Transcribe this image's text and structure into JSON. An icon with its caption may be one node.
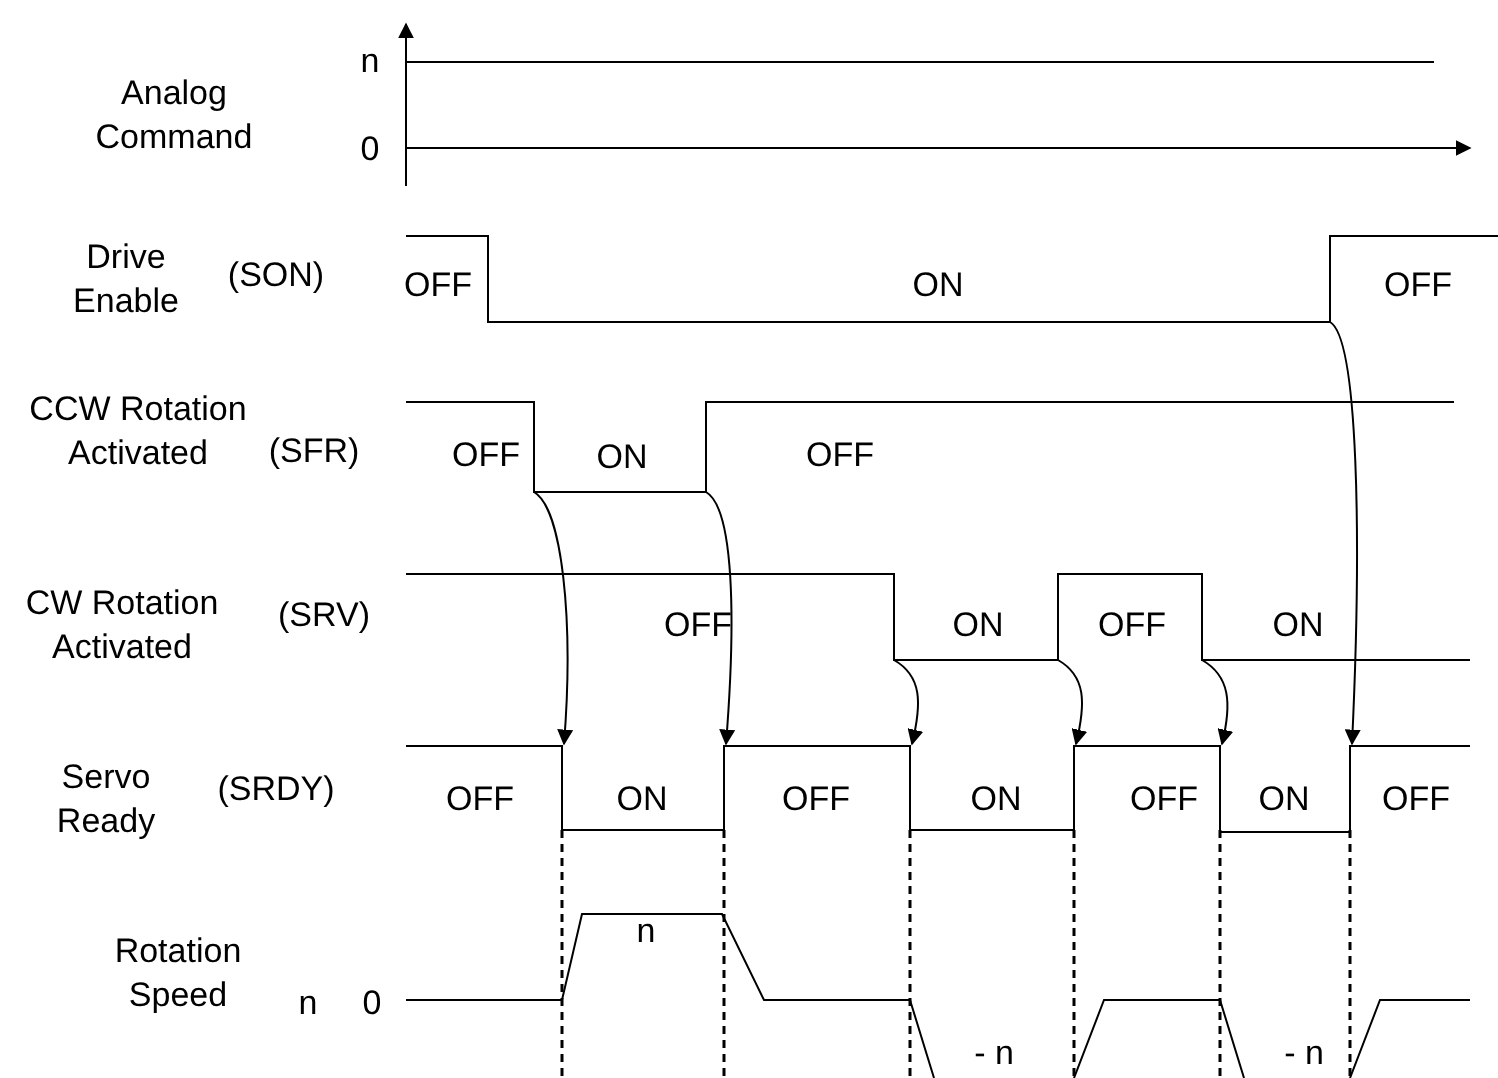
{
  "diagram": {
    "labels": [
      "Analog Command",
      "n",
      "0",
      "Drive Enable",
      "(SON)",
      "OFF",
      "ON",
      "OFF",
      "CCW Rotation Activated",
      "(SFR)",
      "OFF",
      "ON",
      "OFF",
      "CW Rotation Activated",
      "(SRV)",
      "OFF",
      "ON",
      "OFF",
      "ON",
      "Servo Ready",
      "(SRDY)",
      "OFF",
      "ON",
      "OFF",
      "ON",
      "OFF",
      "ON",
      "OFF",
      "n",
      "Rotation Speed",
      "n",
      "0",
      "- n",
      "- n"
    ]
  }
}
